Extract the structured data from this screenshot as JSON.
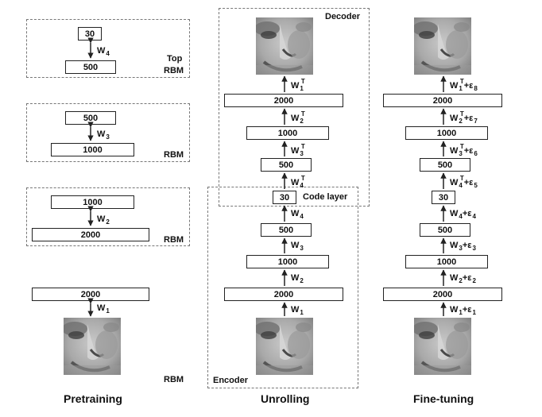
{
  "pretraining": {
    "caption": "Pretraining",
    "rbm_label": "RBM",
    "top_label": "Top",
    "rbm4": {
      "upper": "30",
      "lower": "500",
      "weight_sym": "W",
      "weight_sub": "4"
    },
    "rbm3": {
      "upper": "500",
      "lower": "1000",
      "weight_sym": "W",
      "weight_sub": "3"
    },
    "rbm2": {
      "upper": "1000",
      "lower": "2000",
      "weight_sym": "W",
      "weight_sub": "2"
    },
    "rbm1": {
      "upper": "2000",
      "weight_sym": "W",
      "weight_sub": "1"
    }
  },
  "unrolling": {
    "caption": "Unrolling",
    "decoder_label": "Decoder",
    "encoder_label": "Encoder",
    "code_layer_label": "Code layer",
    "layers_top_down": [
      "2000",
      "1000",
      "500",
      "30",
      "500",
      "1000",
      "2000"
    ],
    "weights": {
      "w1t": {
        "sym": "W",
        "sub": "1",
        "sup": "T"
      },
      "w2t": {
        "sym": "W",
        "sub": "2",
        "sup": "T"
      },
      "w3t": {
        "sym": "W",
        "sub": "3",
        "sup": "T"
      },
      "w4t": {
        "sym": "W",
        "sub": "4",
        "sup": "T"
      },
      "w4": {
        "sym": "W",
        "sub": "4"
      },
      "w3": {
        "sym": "W",
        "sub": "3"
      },
      "w2": {
        "sym": "W",
        "sub": "2"
      },
      "w1": {
        "sym": "W",
        "sub": "1"
      }
    }
  },
  "finetuning": {
    "caption": "Fine-tuning",
    "layers_top_down": [
      "2000",
      "1000",
      "500",
      "30",
      "500",
      "1000",
      "2000"
    ],
    "weights": {
      "w1t": {
        "sym": "W",
        "sub": "1",
        "sup": "T",
        "eps": "+ε",
        "eps_sub": "8"
      },
      "w2t": {
        "sym": "W",
        "sub": "2",
        "sup": "T",
        "eps": "+ε",
        "eps_sub": "7"
      },
      "w3t": {
        "sym": "W",
        "sub": "3",
        "sup": "T",
        "eps": "+ε",
        "eps_sub": "6"
      },
      "w4t": {
        "sym": "W",
        "sub": "4",
        "sup": "T",
        "eps": "+ε",
        "eps_sub": "5"
      },
      "w4": {
        "sym": "W",
        "sub": "4",
        "eps": "+ε",
        "eps_sub": "4"
      },
      "w3": {
        "sym": "W",
        "sub": "3",
        "eps": "+ε",
        "eps_sub": "3"
      },
      "w2": {
        "sym": "W",
        "sub": "2",
        "eps": "+ε",
        "eps_sub": "2"
      },
      "w1": {
        "sym": "W",
        "sub": "1",
        "eps": "+ε",
        "eps_sub": "1"
      }
    }
  }
}
